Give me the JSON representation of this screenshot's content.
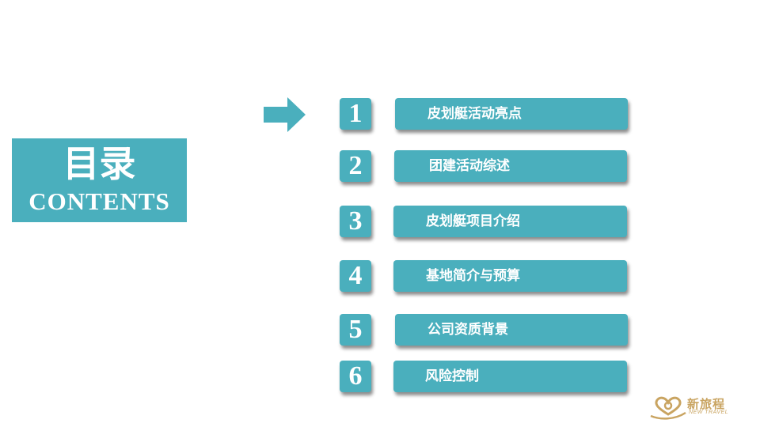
{
  "title": {
    "cn": "目录",
    "en": "CONTENTS"
  },
  "items": [
    {
      "number": "1",
      "label": "皮划艇活动亮点"
    },
    {
      "number": "2",
      "label": "团建活动综述"
    },
    {
      "number": "3",
      "label": "皮划艇项目介绍"
    },
    {
      "number": "4",
      "label": "基地简介与预算"
    },
    {
      "number": "5",
      "label": "公司资质背景"
    },
    {
      "number": "6",
      "label": "风险控制"
    }
  ],
  "logo": {
    "cn": "新旅程",
    "en": "NEW TRAVEL"
  },
  "colors": {
    "accent": "#4aafbd",
    "logo": "#c9a461"
  }
}
